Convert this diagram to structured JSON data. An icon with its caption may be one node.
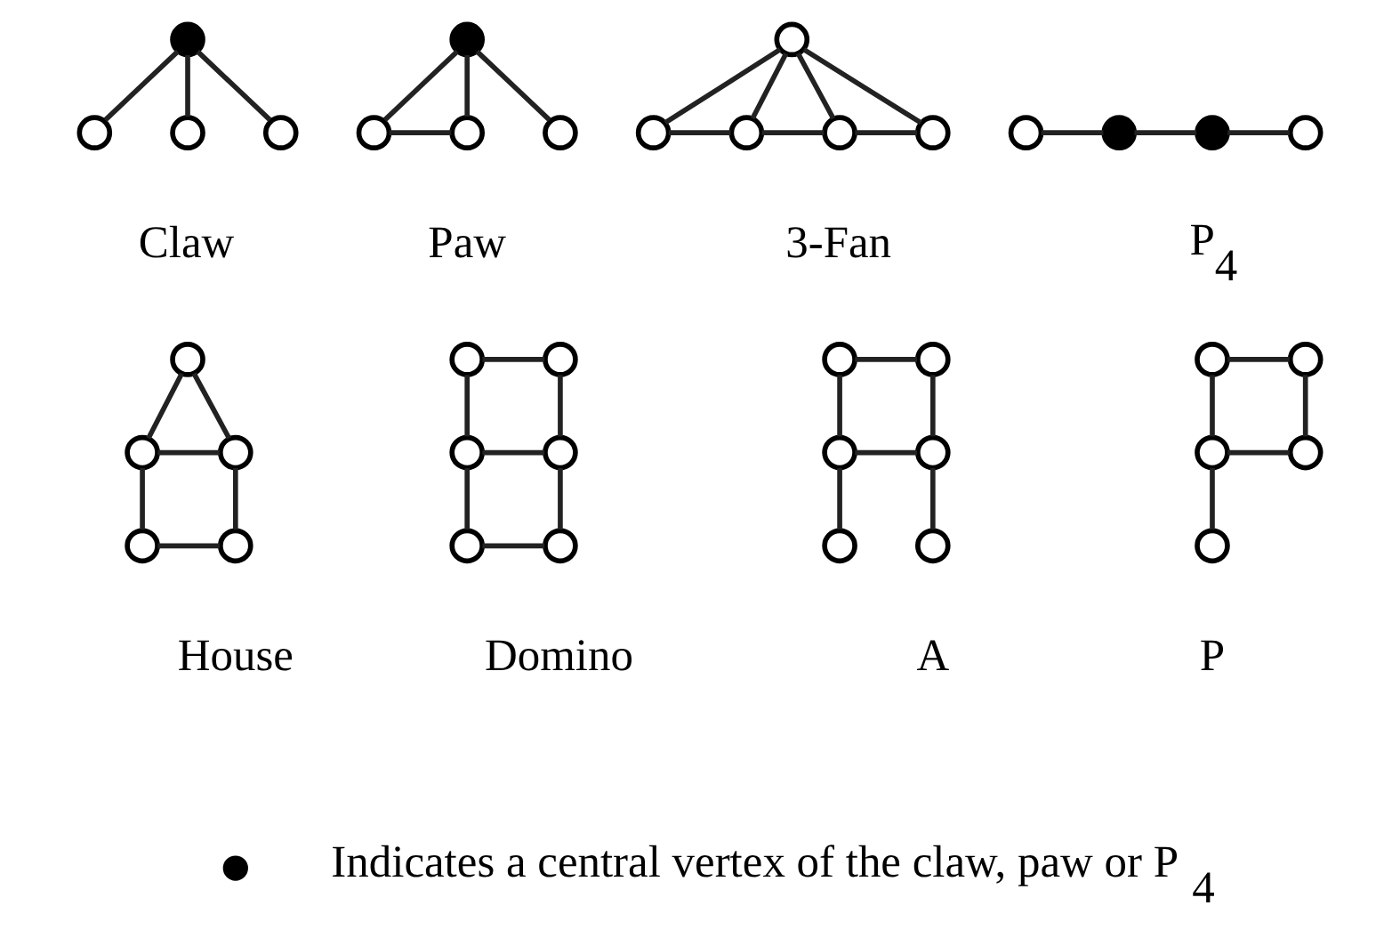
{
  "diagram": {
    "nodes": [
      {
        "text": [],
        "shape": "dot"
      },
      {
        "text": [],
        "shape": "circle"
      },
      {
        "text": [],
        "shape": "circle"
      },
      {
        "text": [],
        "shape": "circle"
      },
      {
        "text": [],
        "shape": "dot"
      },
      {
        "text": [],
        "shape": "circle"
      },
      {
        "text": [],
        "shape": "circle"
      },
      {
        "text": [],
        "shape": "circle"
      },
      {
        "text": [],
        "shape": "circle"
      },
      {
        "text": [],
        "shape": "circle"
      },
      {
        "text": [],
        "shape": "circle"
      },
      {
        "text": [],
        "shape": "circle"
      },
      {
        "text": [],
        "shape": "circle"
      },
      {
        "text": [],
        "shape": "circle"
      },
      {
        "text": [],
        "shape": "dot"
      },
      {
        "text": [],
        "shape": "dot"
      },
      {
        "text": [],
        "shape": "circle"
      },
      {
        "text": [],
        "shape": "circle"
      },
      {
        "text": [],
        "shape": "circle"
      },
      {
        "text": [],
        "shape": "circle"
      },
      {
        "text": [],
        "shape": "circle"
      },
      {
        "text": [],
        "shape": "circle"
      },
      {
        "text": [],
        "shape": "circle"
      },
      {
        "text": [],
        "shape": "circle"
      },
      {
        "text": [],
        "shape": "circle"
      },
      {
        "text": [],
        "shape": "circle"
      },
      {
        "text": [],
        "shape": "circle"
      },
      {
        "text": [],
        "shape": "circle"
      },
      {
        "text": [],
        "shape": "circle"
      },
      {
        "text": [],
        "shape": "circle"
      },
      {
        "text": [],
        "shape": "circle"
      },
      {
        "text": [],
        "shape": "circle"
      },
      {
        "text": [],
        "shape": "circle"
      },
      {
        "text": [],
        "shape": "circle"
      },
      {
        "text": [],
        "shape": "circle"
      },
      {
        "text": [],
        "shape": "circle"
      },
      {
        "text": [],
        "shape": "circle"
      },
      {
        "text": [],
        "shape": "circle"
      },
      {
        "text": [],
        "shape": "circle"
      }
    ],
    "edges": [
      {
        "from": 0,
        "to": 1,
        "arrow": "none"
      },
      {
        "from": 0,
        "to": 2,
        "arrow": "none"
      },
      {
        "from": 0,
        "to": 3,
        "arrow": "none"
      },
      {
        "from": 4,
        "to": 5,
        "arrow": "none"
      },
      {
        "from": 4,
        "to": 6,
        "arrow": "none"
      },
      {
        "from": 4,
        "to": 7,
        "arrow": "none"
      },
      {
        "from": 5,
        "to": 6,
        "arrow": "none"
      },
      {
        "from": 8,
        "to": 9,
        "arrow": "none"
      },
      {
        "from": 8,
        "to": 10,
        "arrow": "none"
      },
      {
        "from": 8,
        "to": 11,
        "arrow": "none"
      },
      {
        "from": 8,
        "to": 12,
        "arrow": "none"
      },
      {
        "from": 9,
        "to": 10,
        "arrow": "none"
      },
      {
        "from": 10,
        "to": 11,
        "arrow": "none"
      },
      {
        "from": 11,
        "to": 12,
        "arrow": "none"
      },
      {
        "from": 13,
        "to": 14,
        "arrow": "none"
      },
      {
        "from": 14,
        "to": 15,
        "arrow": "none"
      },
      {
        "from": 15,
        "to": 16,
        "arrow": "none"
      },
      {
        "from": 17,
        "to": 18,
        "arrow": "none"
      },
      {
        "from": 17,
        "to": 19,
        "arrow": "none"
      },
      {
        "from": 18,
        "to": 19,
        "arrow": "none"
      },
      {
        "from": 18,
        "to": 20,
        "arrow": "none"
      },
      {
        "from": 19,
        "to": 21,
        "arrow": "none"
      },
      {
        "from": 20,
        "to": 21,
        "arrow": "none"
      },
      {
        "from": 22,
        "to": 23,
        "arrow": "none"
      },
      {
        "from": 22,
        "to": 24,
        "arrow": "none"
      },
      {
        "from": 23,
        "to": 25,
        "arrow": "none"
      },
      {
        "from": 24,
        "to": 25,
        "arrow": "none"
      },
      {
        "from": 24,
        "to": 26,
        "arrow": "none"
      },
      {
        "from": 25,
        "to": 27,
        "arrow": "none"
      },
      {
        "from": 26,
        "to": 27,
        "arrow": "none"
      },
      {
        "from": 28,
        "to": 29,
        "arrow": "none"
      },
      {
        "from": 28,
        "to": 30,
        "arrow": "none"
      },
      {
        "from": 29,
        "to": 31,
        "arrow": "none"
      },
      {
        "from": 30,
        "to": 31,
        "arrow": "none"
      },
      {
        "from": 30,
        "to": 32,
        "arrow": "none"
      },
      {
        "from": 31,
        "to": 33,
        "arrow": "none"
      },
      {
        "from": 34,
        "to": 35,
        "arrow": "none"
      },
      {
        "from": 34,
        "to": 36,
        "arrow": "none"
      },
      {
        "from": 35,
        "to": 37,
        "arrow": "none"
      },
      {
        "from": 36,
        "to": 37,
        "arrow": "none"
      },
      {
        "from": 36,
        "to": 38,
        "arrow": "none"
      }
    ],
    "labels": [
      "Claw",
      "Paw",
      "3-Fan",
      "P$_{4}$",
      "House",
      "Domino",
      "A",
      "P"
    ],
    "legend": [
      {
        "text": "Indicates a central vertex of the claw, paw or P$_{4}$"
      }
    ]
  }
}
